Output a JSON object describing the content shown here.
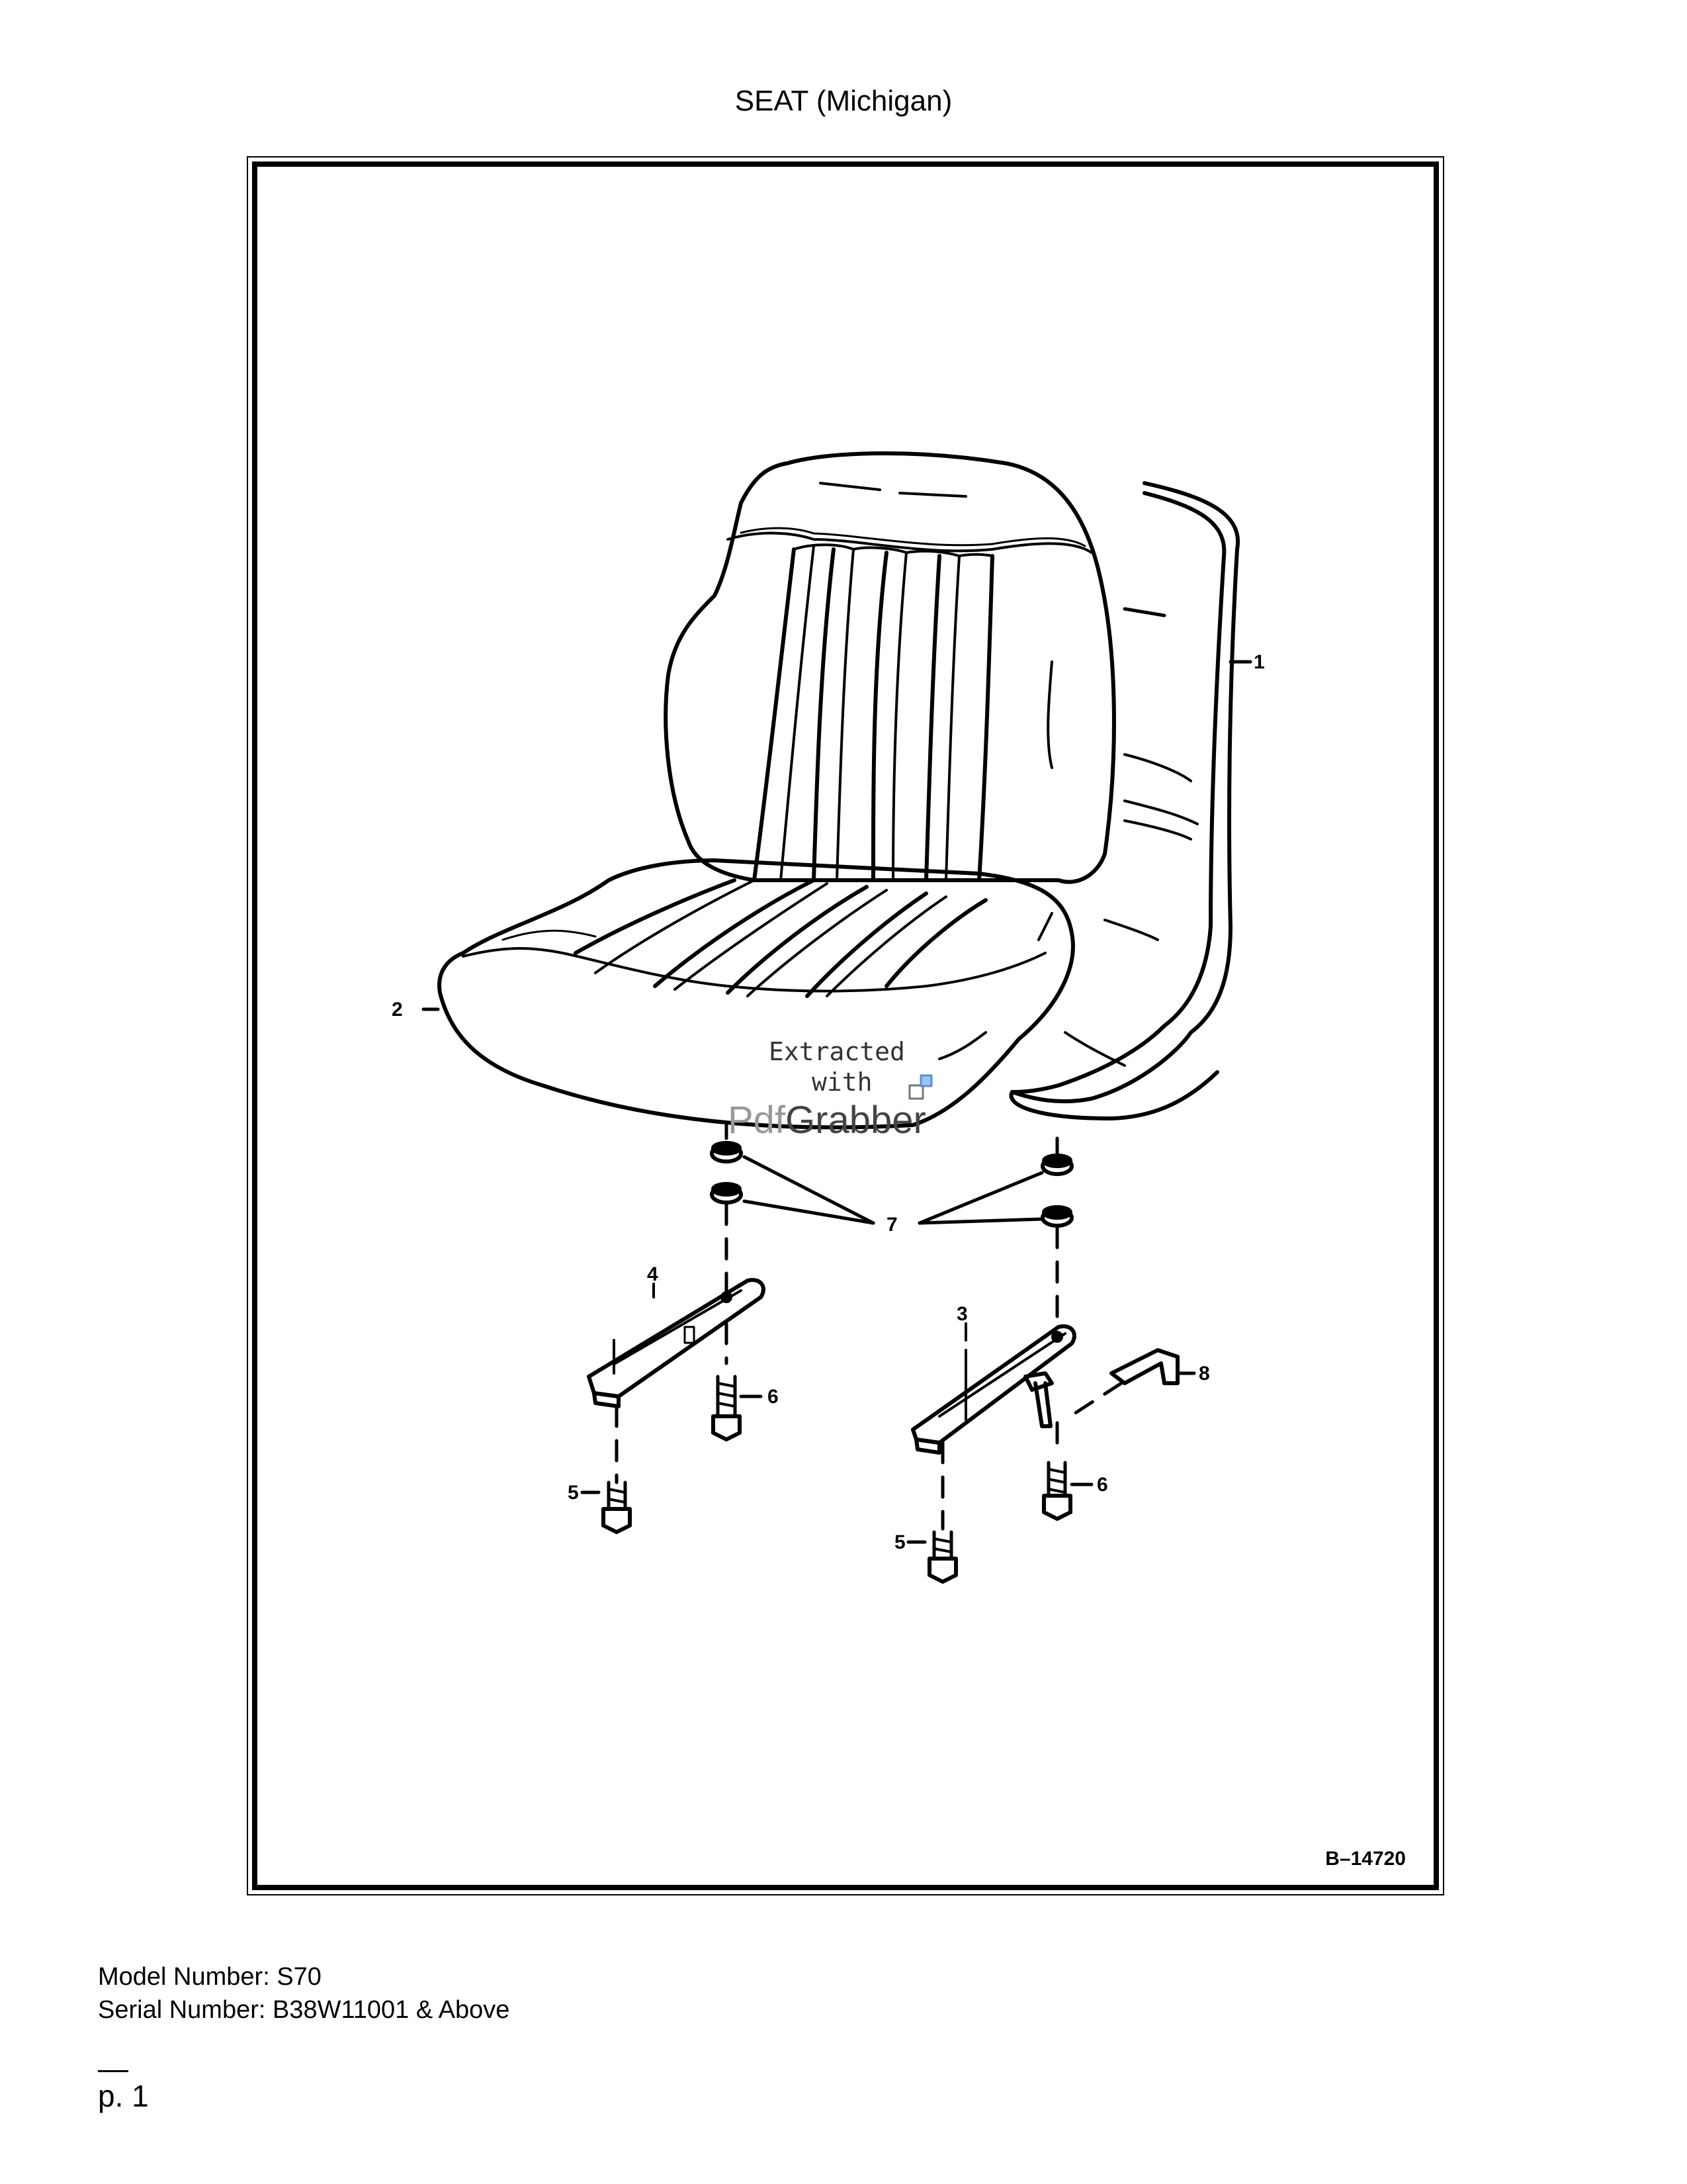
{
  "header": {
    "title": "SEAT (Michigan)"
  },
  "figure": {
    "callouts": {
      "c1": "1",
      "c2": "2",
      "c3": "3",
      "c4": "4",
      "c5a": "5",
      "c5b": "5",
      "c6a": "6",
      "c6b": "6",
      "c7": "7",
      "c8": "8"
    },
    "figure_id": "B–14720",
    "watermark": {
      "line1": "Extracted",
      "line2": "with",
      "brand_a": "Pdf",
      "brand_b": "Grabber"
    }
  },
  "info": {
    "model": "Model Number: S70",
    "serial": "Serial Number: B38W11001 & Above"
  },
  "footer": {
    "page": "p. 1"
  }
}
